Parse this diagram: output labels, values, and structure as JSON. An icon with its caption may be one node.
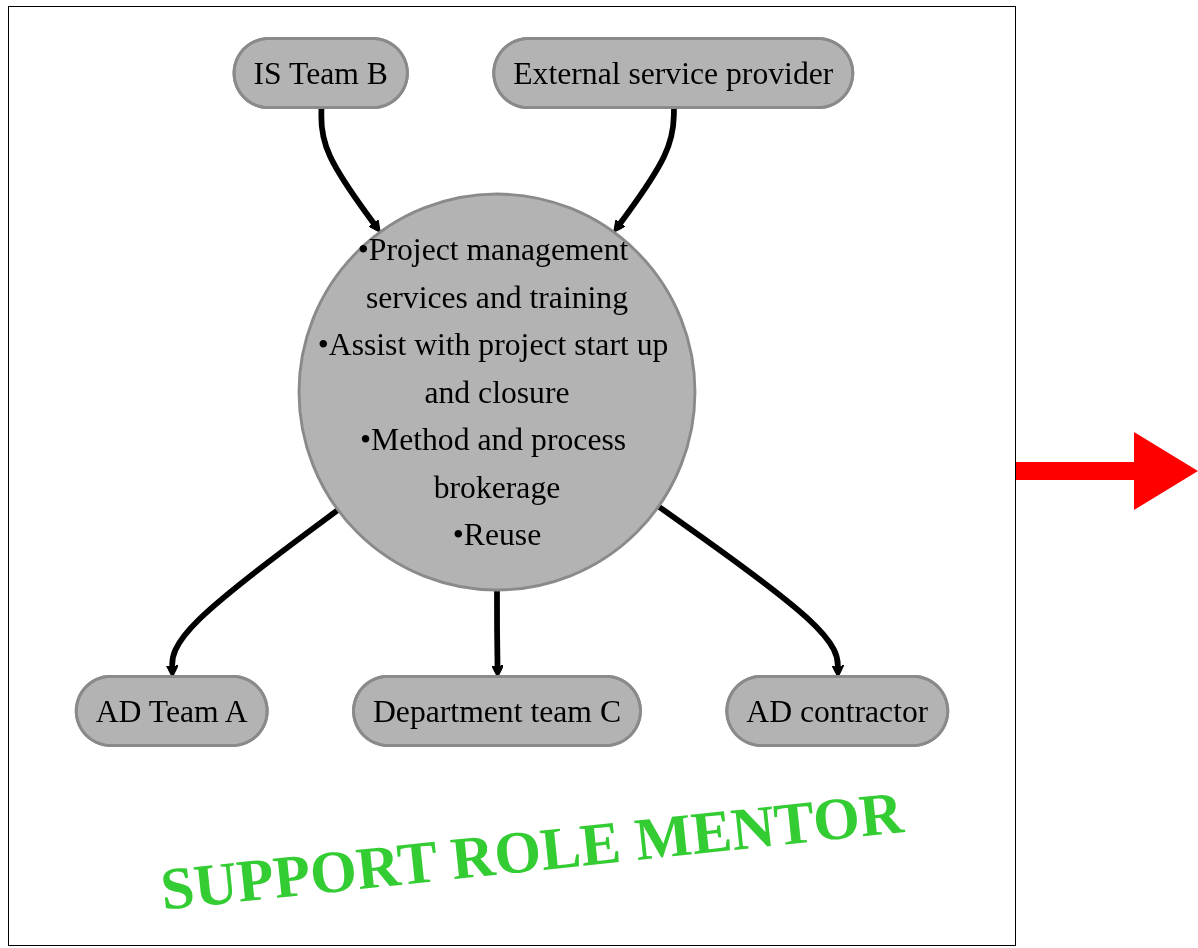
{
  "diagram": {
    "nodes": [
      {
        "text": [
          "AD Team A"
        ]
      },
      {
        "text": [
          "IS Team B"
        ]
      },
      {
        "text": [
          "•Project management services and training",
          "•Assist with project start up and closure",
          "•Method and process brokerage",
          "•Reuse"
        ]
      },
      {
        "text": [
          "Department team C"
        ]
      },
      {
        "text": [
          "External service provider"
        ]
      },
      {
        "text": [
          "AD contractor"
        ]
      }
    ],
    "edges": [
      {
        "from": 2,
        "to": 0,
        "arrow": "to"
      },
      {
        "from": 1,
        "to": 2,
        "arrow": "to"
      },
      {
        "from": 4,
        "to": 2,
        "arrow": "to"
      },
      {
        "from": 2,
        "to": 3,
        "arrow": "to"
      },
      {
        "from": 2,
        "to": 5,
        "arrow": "to"
      }
    ],
    "labels": [
      "SUPPORT ROLE MENTOR"
    ]
  }
}
